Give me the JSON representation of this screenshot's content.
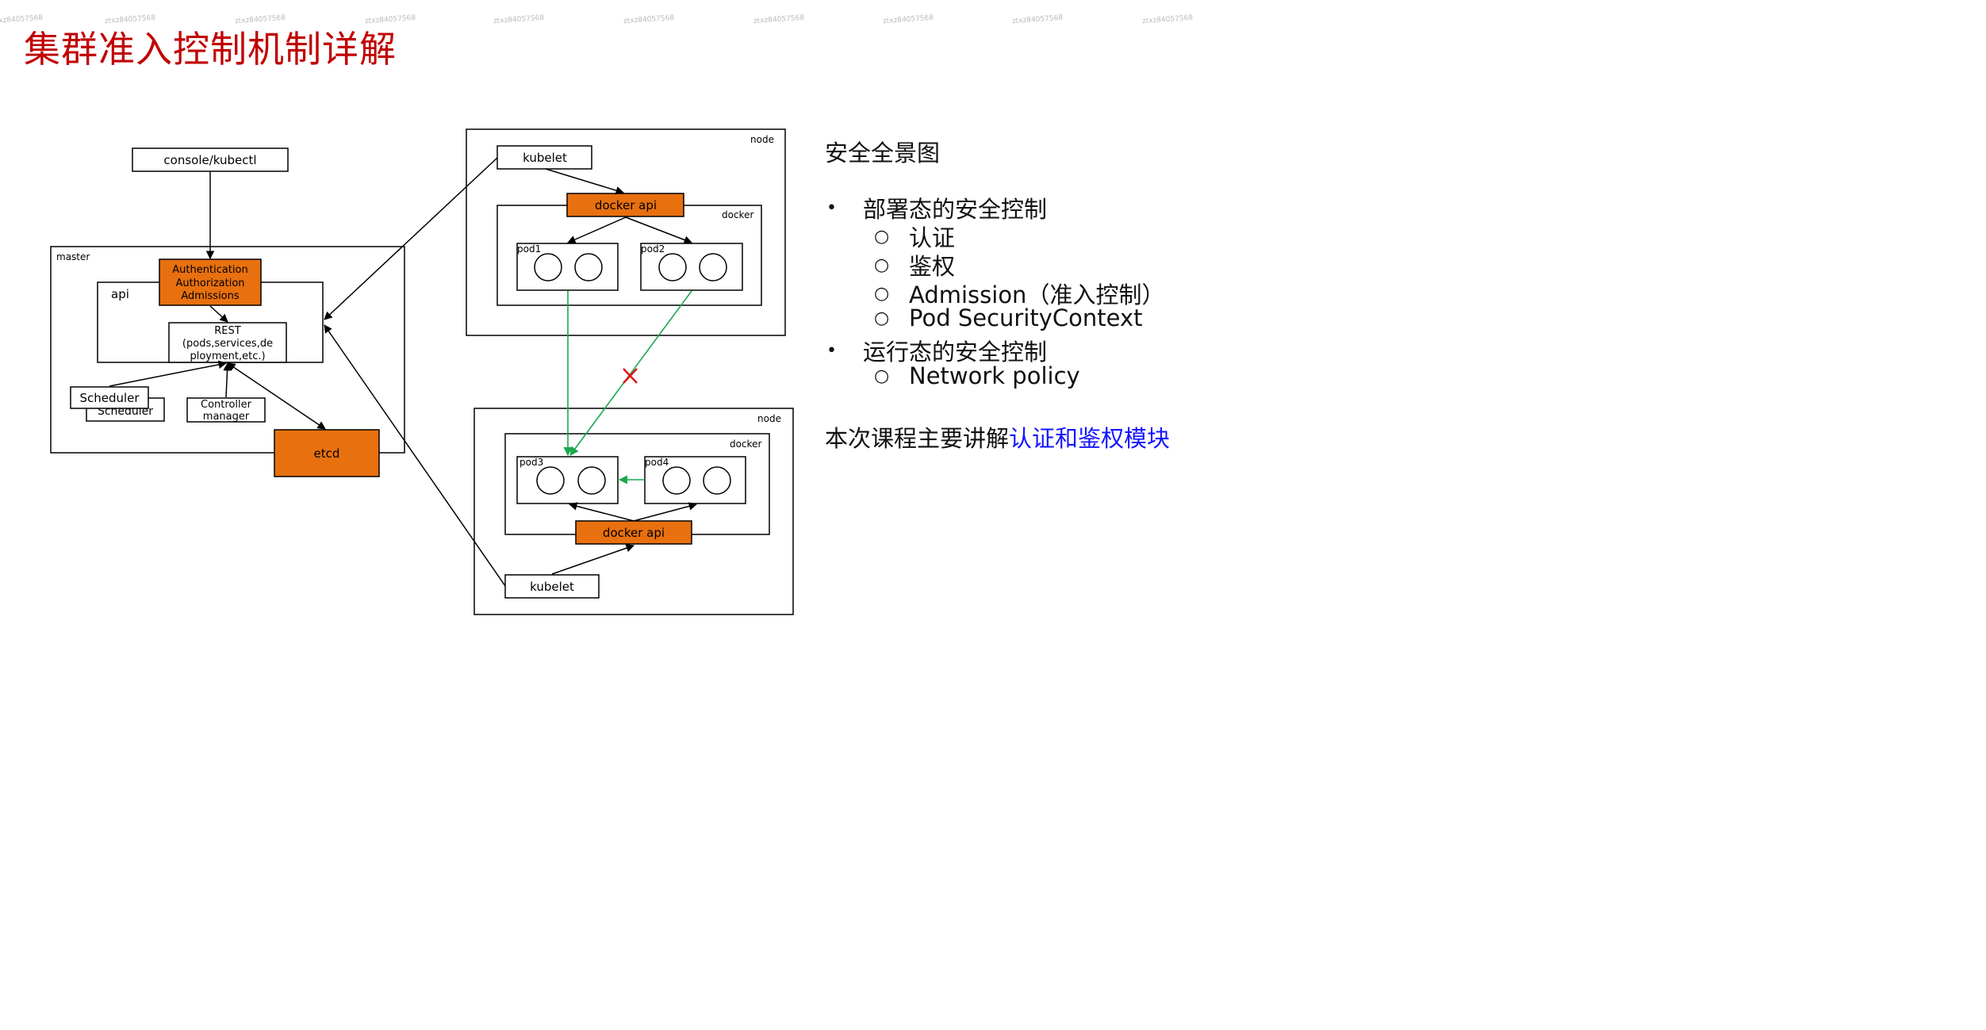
{
  "title": "集群准入控制机制详解",
  "watermark": "ztxz84057568",
  "diagram": {
    "console": "console/kubectl",
    "master_label": "master",
    "auth_lines": [
      "Authentication",
      "Authorization",
      "Admissions"
    ],
    "api_label": "api",
    "rest_lines": [
      "REST",
      "(pods,services,de",
      "ployment,etc.)"
    ],
    "scheduler": "Scheduler",
    "scheduler_back": "Scheduler",
    "controller_lines": [
      "Controller",
      "manager"
    ],
    "etcd": "etcd",
    "node_top": {
      "label": "node",
      "kubelet": "kubelet",
      "docker_api": "docker api",
      "docker_label": "docker",
      "pod_a": "pod1",
      "pod_b": "pod2"
    },
    "node_bottom": {
      "label": "node",
      "kubelet": "kubelet",
      "docker_api": "docker api",
      "docker_label": "docker",
      "pod_a": "pod3",
      "pod_b": "pod4"
    },
    "colors": {
      "orange": "#e8700f",
      "green": "#1aa84e",
      "red": "#e01010"
    }
  },
  "panel": {
    "heading": "安全全景图",
    "bullet_symbol": "•",
    "sub_symbol": "○",
    "sections": [
      {
        "label": "部署态的安全控制",
        "items": [
          "认证",
          "鉴权",
          "Admission（准入控制）",
          "Pod SecurityContext"
        ]
      },
      {
        "label": "运行态的安全控制",
        "items": [
          "Network policy"
        ]
      }
    ],
    "summary_prefix": "本次课程主要讲解",
    "summary_highlight": "认证和鉴权模块"
  }
}
